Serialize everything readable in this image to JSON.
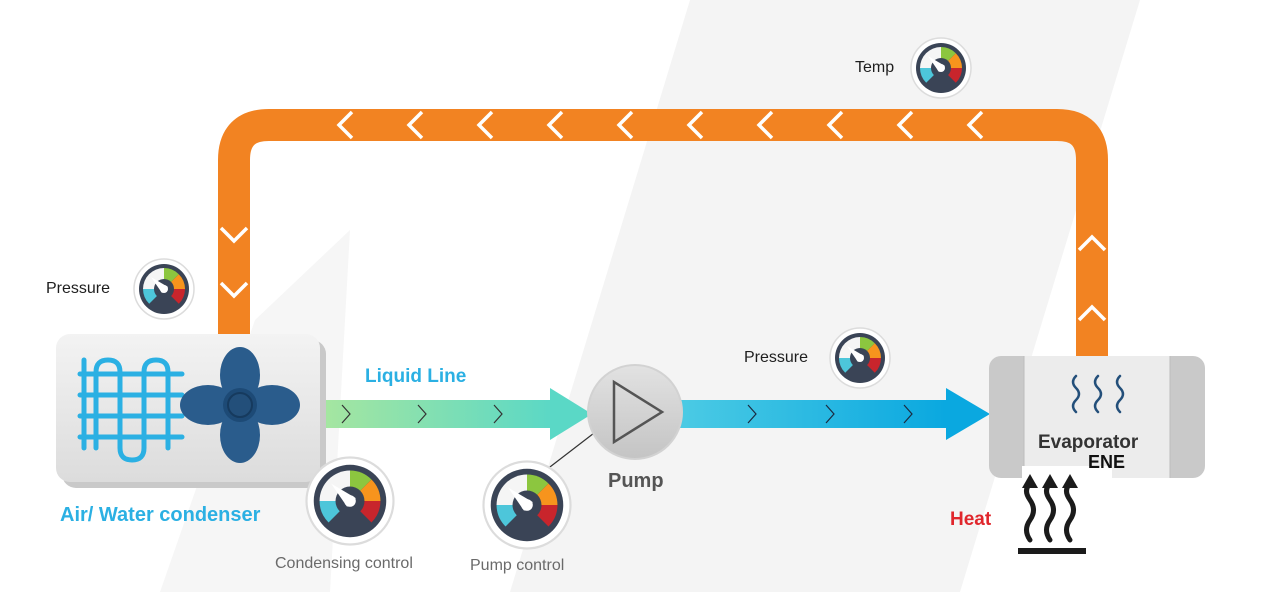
{
  "labels": {
    "temp": "Temp",
    "pressure_left": "Pressure",
    "pressure_right": "Pressure",
    "liquid_line": "Liquid Line",
    "pump": "Pump",
    "condenser": "Air/ Water condenser",
    "condensing_control": "Condensing control",
    "pump_control": "Pump control",
    "evaporator": "Evaporator",
    "ene": "ENE",
    "heat": "Heat"
  },
  "colors": {
    "pipe_orange": "#f28322",
    "liquid_green": "#8fe0a0",
    "liquid_teal": "#5fd8c4",
    "line_blue": "#1fb4e0",
    "arrow_blue": "#14ade0",
    "condenser_blue": "#2bb0e3",
    "fan_navy": "#234f7a",
    "heat_red": "#e0262c",
    "gauge_dark": "#3a4456"
  },
  "icons": [
    "gauge-icon",
    "fan-icon",
    "coil-icon",
    "pump-triangle-icon",
    "wavy-heat-icon",
    "heat-arrows-icon"
  ]
}
